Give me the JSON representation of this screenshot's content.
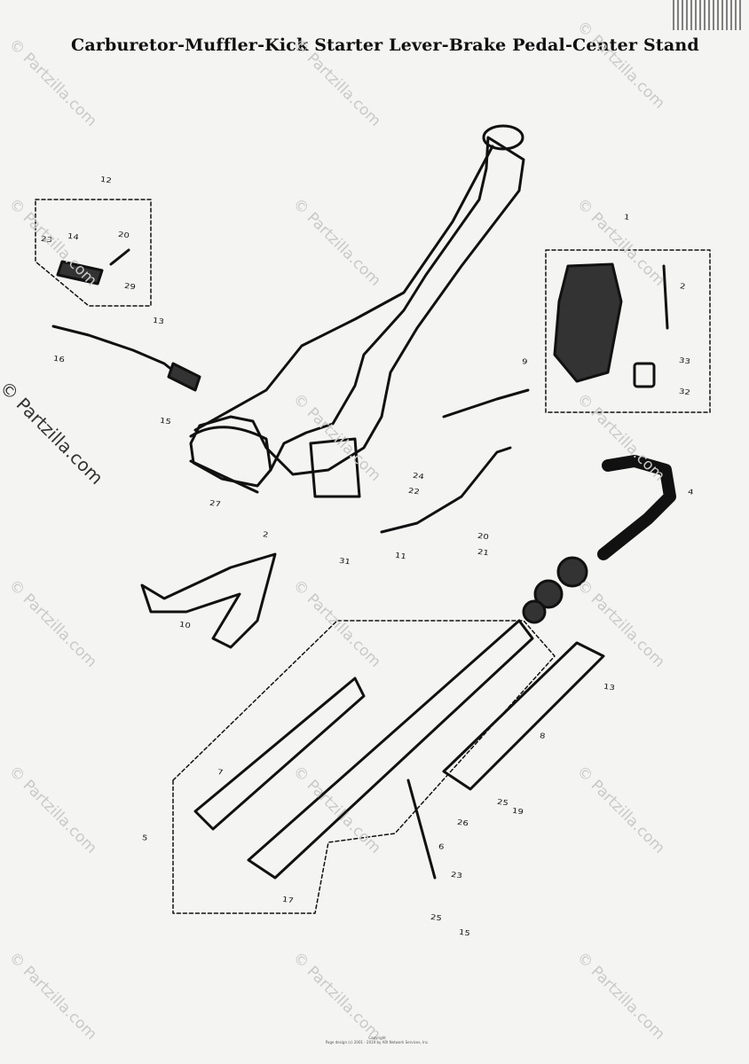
{
  "title": "Carburetor-Muffler-Kick Starter Lever-Brake Pedal-Center Stand",
  "watermark": "© Partzilla.com",
  "copyright_lines": [
    "Copyright",
    "Page design (c) 2001 - 2019 by ARI Network Services, Inc."
  ],
  "labels": {
    "l1": "1",
    "l2_carb": "2",
    "l32": "32",
    "l33": "33",
    "l2_stand": "2",
    "l4": "4",
    "l5": "5",
    "l6": "6",
    "l7": "7",
    "l8": "8",
    "l9": "9",
    "l10": "10",
    "l11": "11",
    "l12": "12",
    "l13_kick": "13",
    "l13_guard": "13",
    "l14": "14",
    "l15_kick": "15",
    "l15_low": "15",
    "l16": "16",
    "l17": "17",
    "l19": "19",
    "l20_kick": "20",
    "l20": "20",
    "l21": "21",
    "l22": "22",
    "l23_kick": "23",
    "l23_low": "23",
    "l24": "24",
    "l25_right": "25",
    "l25_low": "25",
    "l26": "26",
    "l27": "27",
    "l29": "29",
    "l31": "31"
  },
  "colors": {
    "ink": "#111111",
    "paper": "#f4f4f2",
    "watermark": "#c9c9c9"
  }
}
